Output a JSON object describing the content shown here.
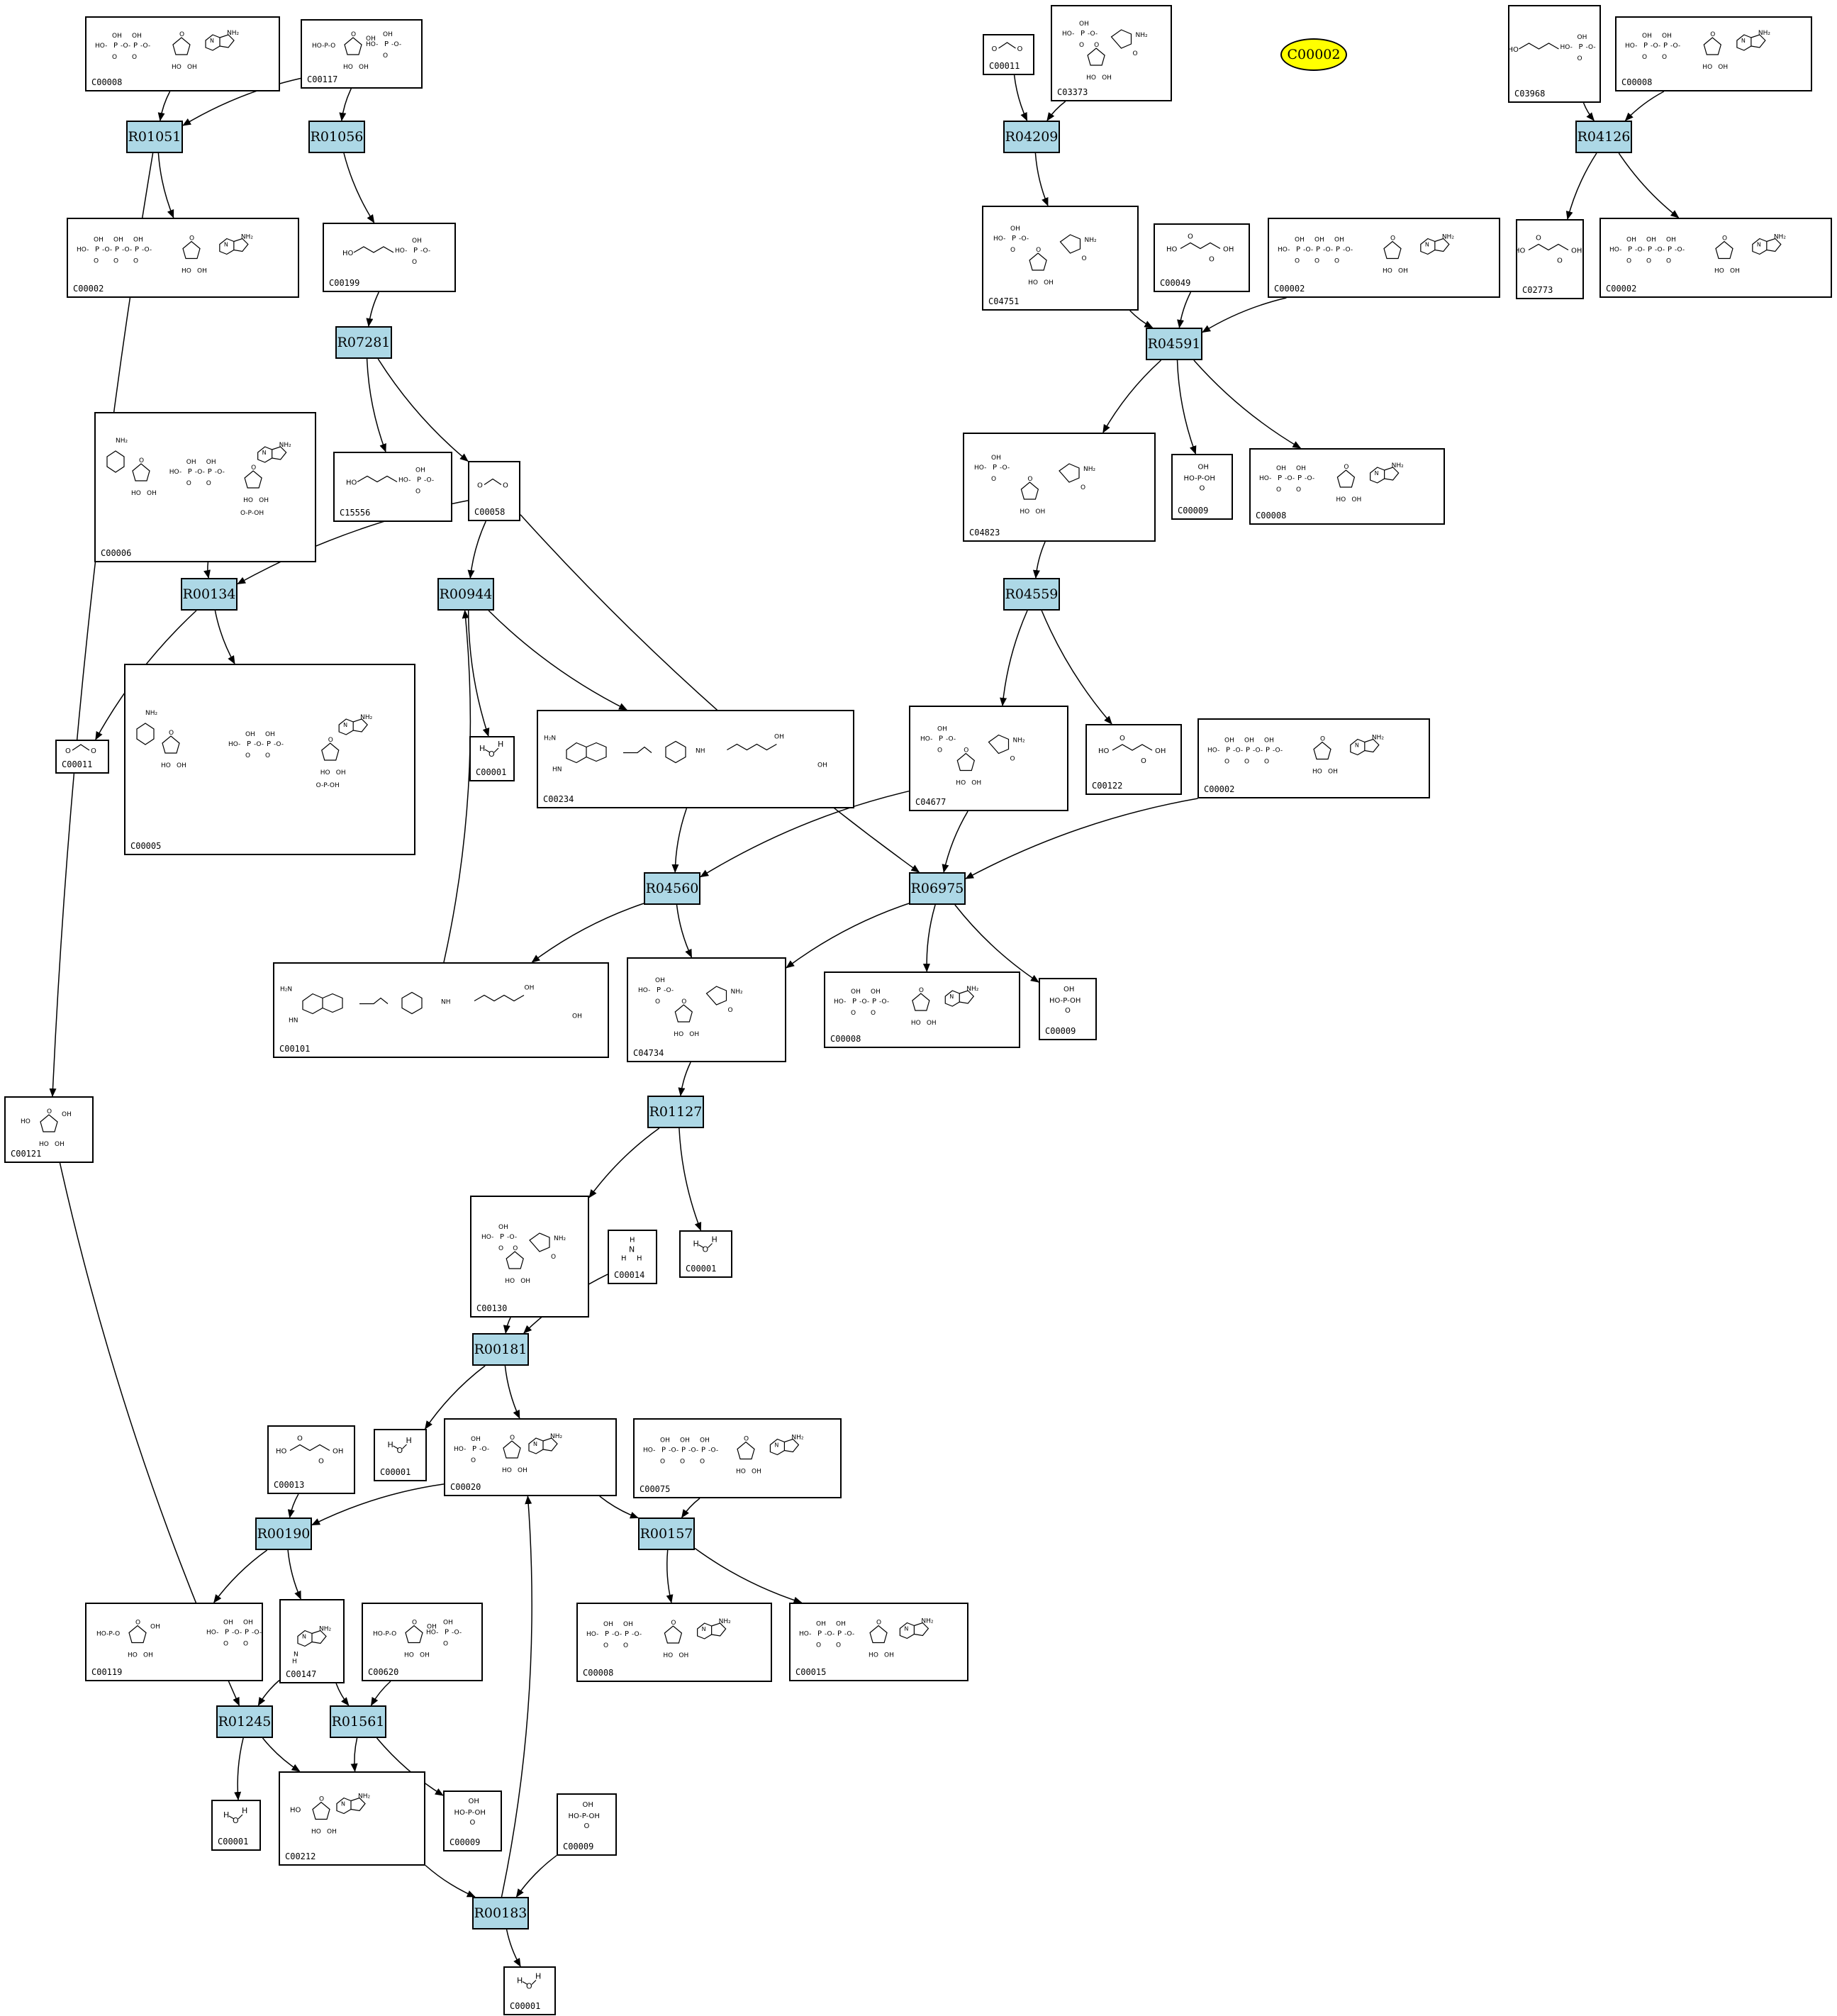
{
  "colors": {
    "reaction_fill": "#add8e6",
    "highlight_fill": "#ffff00",
    "stroke": "#000000",
    "background": "#ffffff"
  },
  "highlight": {
    "label": "C00002"
  },
  "reactions": [
    {
      "id": "R01051",
      "label": "R01051"
    },
    {
      "id": "R01056",
      "label": "R01056"
    },
    {
      "id": "R07281",
      "label": "R07281"
    },
    {
      "id": "R00134",
      "label": "R00134"
    },
    {
      "id": "R00944",
      "label": "R00944"
    },
    {
      "id": "R04209",
      "label": "R04209"
    },
    {
      "id": "R04591",
      "label": "R04591"
    },
    {
      "id": "R04126",
      "label": "R04126"
    },
    {
      "id": "R04559",
      "label": "R04559"
    },
    {
      "id": "R04560",
      "label": "R04560"
    },
    {
      "id": "R06975",
      "label": "R06975"
    },
    {
      "id": "R01127",
      "label": "R01127"
    },
    {
      "id": "R00181",
      "label": "R00181"
    },
    {
      "id": "R00190",
      "label": "R00190"
    },
    {
      "id": "R00157",
      "label": "R00157"
    },
    {
      "id": "R01245",
      "label": "R01245"
    },
    {
      "id": "R01561",
      "label": "R01561"
    },
    {
      "id": "R00183",
      "label": "R00183"
    }
  ],
  "compounds": [
    {
      "id": "c00008a",
      "label": "C00008",
      "structure": "nucleotide-diphosphate"
    },
    {
      "id": "c00117",
      "label": "C00117",
      "structure": "sugar-phosphate"
    },
    {
      "id": "c00002a",
      "label": "C00002",
      "structure": "nucleotide-triphosphate"
    },
    {
      "id": "c00199",
      "label": "C00199",
      "structure": "chain-phosphate"
    },
    {
      "id": "c00006",
      "label": "C00006",
      "structure": "dinucleotide"
    },
    {
      "id": "c15556",
      "label": "C15556",
      "structure": "chain-phosphate"
    },
    {
      "id": "c00058",
      "label": "C00058",
      "structure": "small"
    },
    {
      "id": "c00011a",
      "label": "C00011",
      "structure": "small"
    },
    {
      "id": "c00005",
      "label": "C00005",
      "structure": "dinucleotide"
    },
    {
      "id": "c00001a",
      "label": "C00001",
      "structure": "water"
    },
    {
      "id": "c00234",
      "label": "C00234",
      "structure": "folate"
    },
    {
      "id": "c00011b",
      "label": "C00011",
      "structure": "small"
    },
    {
      "id": "c03373",
      "label": "C03373",
      "structure": "ring-nucleotide"
    },
    {
      "id": "c03968",
      "label": "C03968",
      "structure": "chain-phosphate"
    },
    {
      "id": "c00008b",
      "label": "C00008",
      "structure": "nucleotide-diphosphate"
    },
    {
      "id": "c04751",
      "label": "C04751",
      "structure": "ring-nucleotide"
    },
    {
      "id": "c00049",
      "label": "C00049",
      "structure": "small-acid"
    },
    {
      "id": "c00002b",
      "label": "C00002",
      "structure": "nucleotide-triphosphate"
    },
    {
      "id": "c02773",
      "label": "C02773",
      "structure": "small-acid"
    },
    {
      "id": "c00002c",
      "label": "C00002",
      "structure": "nucleotide-triphosphate"
    },
    {
      "id": "c04823",
      "label": "C04823",
      "structure": "ring-nucleotide"
    },
    {
      "id": "c00009a",
      "label": "C00009",
      "structure": "phosphate"
    },
    {
      "id": "c00008c",
      "label": "C00008",
      "structure": "nucleotide-diphosphate"
    },
    {
      "id": "c04677",
      "label": "C04677",
      "structure": "ring-nucleotide"
    },
    {
      "id": "c00122",
      "label": "C00122",
      "structure": "small-acid"
    },
    {
      "id": "c00002d",
      "label": "C00002",
      "structure": "nucleotide-triphosphate"
    },
    {
      "id": "c00101",
      "label": "C00101",
      "structure": "folate"
    },
    {
      "id": "c04734",
      "label": "C04734",
      "structure": "ring-nucleotide"
    },
    {
      "id": "c00008d",
      "label": "C00008",
      "structure": "nucleotide-diphosphate"
    },
    {
      "id": "c00009b",
      "label": "C00009",
      "structure": "phosphate"
    },
    {
      "id": "c00121",
      "label": "C00121",
      "structure": "sugar"
    },
    {
      "id": "c00130",
      "label": "C00130",
      "structure": "ring-nucleotide"
    },
    {
      "id": "c00014",
      "label": "C00014",
      "structure": "ammonia"
    },
    {
      "id": "c00001b",
      "label": "C00001",
      "structure": "water"
    },
    {
      "id": "c00013",
      "label": "C00013",
      "structure": "small-acid"
    },
    {
      "id": "c00001c",
      "label": "C00001",
      "structure": "water"
    },
    {
      "id": "c00020",
      "label": "C00020",
      "structure": "nucleotide-monophosphate"
    },
    {
      "id": "c00075",
      "label": "C00075",
      "structure": "nucleotide-triphosphate"
    },
    {
      "id": "c00119",
      "label": "C00119",
      "structure": "sugar-phosphate"
    },
    {
      "id": "c00147",
      "label": "C00147",
      "structure": "base"
    },
    {
      "id": "c00620",
      "label": "C00620",
      "structure": "sugar-phosphate"
    },
    {
      "id": "c00008e",
      "label": "C00008",
      "structure": "nucleotide-diphosphate"
    },
    {
      "id": "c00015",
      "label": "C00015",
      "structure": "nucleotide-diphosphate"
    },
    {
      "id": "c00001d",
      "label": "C00001",
      "structure": "water"
    },
    {
      "id": "c00212",
      "label": "C00212",
      "structure": "nucleoside"
    },
    {
      "id": "c00009c",
      "label": "C00009",
      "structure": "phosphate"
    },
    {
      "id": "c00009d",
      "label": "C00009",
      "structure": "phosphate"
    },
    {
      "id": "c00001e",
      "label": "C00001",
      "structure": "water"
    }
  ],
  "edges": [
    [
      "c00008a",
      "R01051"
    ],
    [
      "c00117",
      "R01051"
    ],
    [
      "R01051",
      "c00002a"
    ],
    [
      "R01051",
      "c00121"
    ],
    [
      "c00117",
      "R01056"
    ],
    [
      "R01056",
      "c00199"
    ],
    [
      "c00199",
      "R07281"
    ],
    [
      "R07281",
      "c15556"
    ],
    [
      "R07281",
      "c00058"
    ],
    [
      "c00006",
      "R00134"
    ],
    [
      "c00058",
      "R00134"
    ],
    [
      "R00134",
      "c00011a"
    ],
    [
      "R00134",
      "c00005"
    ],
    [
      "c00058",
      "R00944"
    ],
    [
      "c00101",
      "R00944"
    ],
    [
      "R00944",
      "c00001a"
    ],
    [
      "R00944",
      "c00234"
    ],
    [
      "c00011b",
      "R04209"
    ],
    [
      "c03373",
      "R04209"
    ],
    [
      "R04209",
      "c04751"
    ],
    [
      "c03968",
      "R04126"
    ],
    [
      "c00008b",
      "R04126"
    ],
    [
      "R04126",
      "c02773"
    ],
    [
      "R04126",
      "c00002c"
    ],
    [
      "c04751",
      "R04591"
    ],
    [
      "c00049",
      "R04591"
    ],
    [
      "c00002b",
      "R04591"
    ],
    [
      "R04591",
      "c04823"
    ],
    [
      "R04591",
      "c00009a"
    ],
    [
      "R04591",
      "c00008c"
    ],
    [
      "c04823",
      "R04559"
    ],
    [
      "R04559",
      "c04677"
    ],
    [
      "R04559",
      "c00122"
    ],
    [
      "c00234",
      "R04560"
    ],
    [
      "c04677",
      "R04560"
    ],
    [
      "R04560",
      "c00101"
    ],
    [
      "R04560",
      "c04734"
    ],
    [
      "c04677",
      "R06975"
    ],
    [
      "c00058",
      "R06975"
    ],
    [
      "c00002d",
      "R06975"
    ],
    [
      "R06975",
      "c04734"
    ],
    [
      "R06975",
      "c00008d"
    ],
    [
      "R06975",
      "c00009b"
    ],
    [
      "c04734",
      "R01127"
    ],
    [
      "R01127",
      "c00130"
    ],
    [
      "R01127",
      "c00001b"
    ],
    [
      "c00130",
      "R00181"
    ],
    [
      "c00014",
      "R00181"
    ],
    [
      "R00181",
      "c00001c"
    ],
    [
      "R00181",
      "c00020"
    ],
    [
      "c00013",
      "R00190"
    ],
    [
      "c00020",
      "R00190"
    ],
    [
      "R00190",
      "c00119"
    ],
    [
      "R00190",
      "c00147"
    ],
    [
      "c00075",
      "R00157"
    ],
    [
      "c00020",
      "R00157"
    ],
    [
      "R00157",
      "c00008e"
    ],
    [
      "R00157",
      "c00015"
    ],
    [
      "c00147",
      "R01245"
    ],
    [
      "c00121",
      "R01245"
    ],
    [
      "R01245",
      "c00001d"
    ],
    [
      "R01245",
      "c00212"
    ],
    [
      "c00147",
      "R01561"
    ],
    [
      "c00620",
      "R01561"
    ],
    [
      "R01561",
      "c00212"
    ],
    [
      "R01561",
      "c00009c"
    ],
    [
      "c00212",
      "R00183"
    ],
    [
      "c00009d",
      "R00183"
    ],
    [
      "R00183",
      "c00001e"
    ],
    [
      "R00183",
      "c00020"
    ]
  ]
}
